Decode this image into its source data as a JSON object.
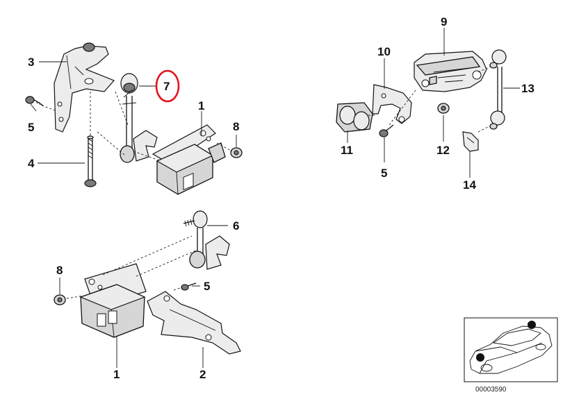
{
  "labels": {
    "l1a": "1",
    "l1b": "1",
    "l2": "2",
    "l3": "3",
    "l4": "4",
    "l5a": "5",
    "l5b": "5",
    "l5c": "5",
    "l6": "6",
    "l7": "7",
    "l8a": "8",
    "l8b": "8",
    "l9": "9",
    "l10": "10",
    "l11": "11",
    "l12": "12",
    "l13": "13",
    "l14": "14"
  },
  "reference_code": "00003590",
  "highlight": {
    "target": "7",
    "color": "#e0141e"
  }
}
